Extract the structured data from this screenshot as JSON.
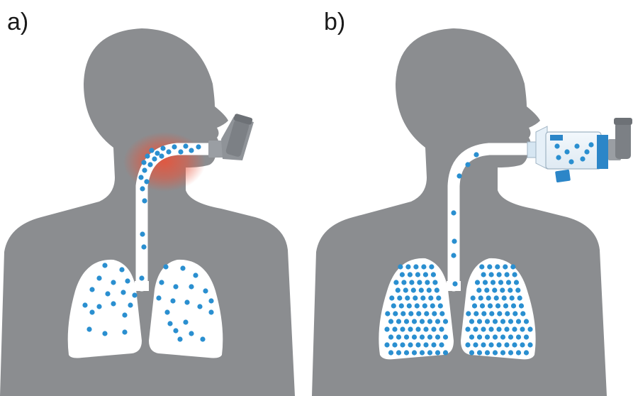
{
  "panels": [
    {
      "label": "a)",
      "device": "inhaler",
      "irritation": true
    },
    {
      "label": "b)",
      "device": "inhaler-with-spacer",
      "irritation": false
    }
  ],
  "colors": {
    "body": "#8b8d90",
    "airway": "#ffffff",
    "particle": "#2a8fd0",
    "irritation": "#e8533a",
    "device": "#8f9398",
    "spacer_accent": "#2c86c8"
  },
  "icons": [
    "human-silhouette-icon",
    "inhaler-icon",
    "spacer-icon",
    "lungs-icon"
  ]
}
